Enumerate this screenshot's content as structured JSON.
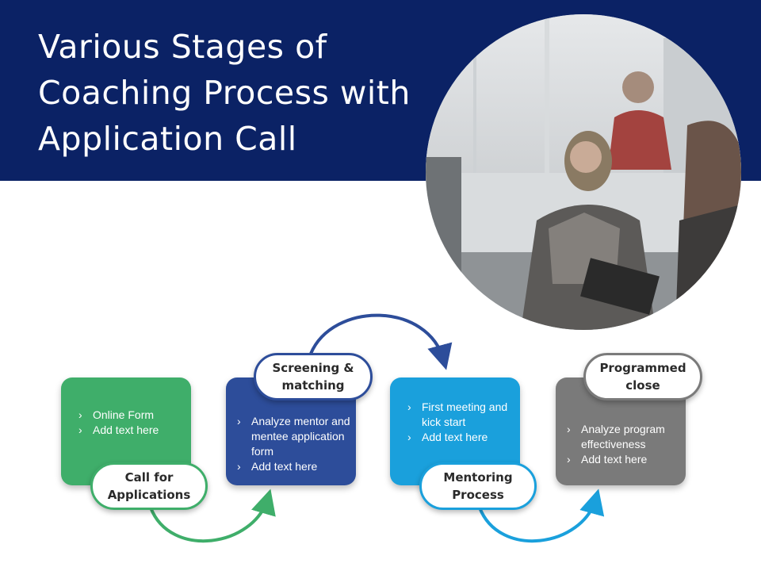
{
  "title": "Various Stages of Coaching Process with Application Call",
  "photo": {
    "icon": "team-meeting-photo"
  },
  "colors": {
    "header": "#0b2265",
    "stage1": "#3fae6a",
    "stage2": "#2d4d9a",
    "stage3": "#1aa0dc",
    "stage4": "#7a7a7a"
  },
  "stages": [
    {
      "label": "Call for Applications",
      "bullets": [
        "Online Form",
        "Add text here"
      ]
    },
    {
      "label": "Screening & matching",
      "bullets": [
        "Analyze mentor and mentee application form",
        "Add text here"
      ]
    },
    {
      "label": "Mentoring Process",
      "bullets": [
        "First meeting and kick start",
        "Add text here"
      ]
    },
    {
      "label": "Programmed close",
      "bullets": [
        "Analyze program effectiveness",
        "Add text here"
      ]
    }
  ]
}
